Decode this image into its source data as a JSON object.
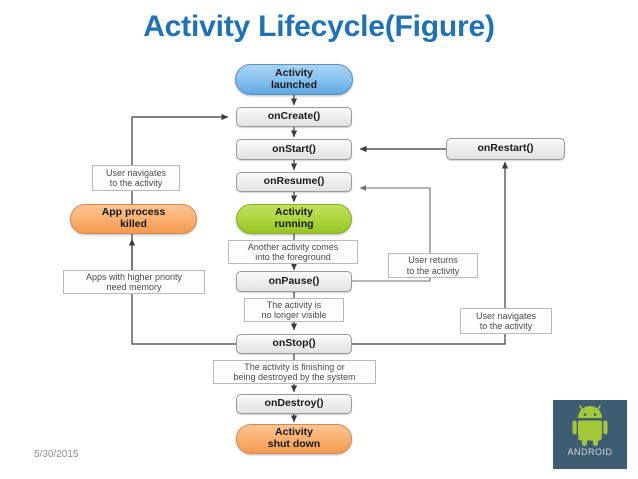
{
  "slide": {
    "title": "Activity Lifecycle(Figure)",
    "date": "5/30/2015",
    "logo_word": "ANDROID",
    "accent_color": "#1f72b8",
    "background": "#ffffff"
  },
  "diagram": {
    "type": "flowchart",
    "states": [
      {
        "id": "activity-launched",
        "label": "Activity\nlaunched",
        "shape": "pill",
        "color": "#8cc4ef"
      },
      {
        "id": "activity-running",
        "label": "Activity\nrunning",
        "shape": "pill",
        "color": "#aed643"
      },
      {
        "id": "app-process-killed",
        "label": "App process\nkilled",
        "shape": "pill",
        "color": "#fab273"
      },
      {
        "id": "activity-shut-down",
        "label": "Activity\nshut down",
        "shape": "pill",
        "color": "#fab273"
      }
    ],
    "callbacks": [
      {
        "id": "oncreate",
        "label": "onCreate()"
      },
      {
        "id": "onstart",
        "label": "onStart()"
      },
      {
        "id": "onresume",
        "label": "onResume()"
      },
      {
        "id": "onpause",
        "label": "onPause()"
      },
      {
        "id": "onstop",
        "label": "onStop()"
      },
      {
        "id": "ondestroy",
        "label": "onDestroy()"
      },
      {
        "id": "onrestart",
        "label": "onRestart()"
      }
    ],
    "notes": [
      {
        "id": "note-user-navigates-left",
        "line1": "User navigates",
        "line2": "to the activity"
      },
      {
        "id": "note-apps-higher-priority",
        "line1": "Apps with higher priority",
        "line2": "need memory"
      },
      {
        "id": "note-another-activity",
        "line1": "Another activity comes",
        "line2": "into the foreground"
      },
      {
        "id": "note-no-longer-visible",
        "line1": "The activity is",
        "line2": "no longer visible"
      },
      {
        "id": "note-finishing",
        "line1": "The activity is finishing or",
        "line2": "being destroyed by the system"
      },
      {
        "id": "note-user-returns",
        "line1": "User returns",
        "line2": "to the activity"
      },
      {
        "id": "note-user-navigates-right",
        "line1": "User navigates",
        "line2": "to the activity"
      }
    ],
    "labels": {
      "activity_launched_l1": "Activity",
      "activity_launched_l2": "launched",
      "activity_running_l1": "Activity",
      "activity_running_l2": "running",
      "app_process_killed_l1": "App process",
      "app_process_killed_l2": "killed",
      "activity_shut_down_l1": "Activity",
      "activity_shut_down_l2": "shut down",
      "oncreate": "onCreate()",
      "onstart": "onStart()",
      "onresume": "onResume()",
      "onpause": "onPause()",
      "onstop": "onStop()",
      "ondestroy": "onDestroy()",
      "onrestart": "onRestart()",
      "note_user_navigates_left_l1": "User navigates",
      "note_user_navigates_left_l2": "to the activity",
      "note_apps_priority_l1": "Apps with higher priority",
      "note_apps_priority_l2": "need memory",
      "note_another_activity_l1": "Another activity comes",
      "note_another_activity_l2": "into the foreground",
      "note_not_visible_l1": "The activity is",
      "note_not_visible_l2": "no longer visible",
      "note_finishing_l1": "The activity is finishing or",
      "note_finishing_l2": "being destroyed by the system",
      "note_user_returns_l1": "User returns",
      "note_user_returns_l2": "to the activity",
      "note_user_navigates_right_l1": "User navigates",
      "note_user_navigates_right_l2": "to the activity"
    }
  }
}
